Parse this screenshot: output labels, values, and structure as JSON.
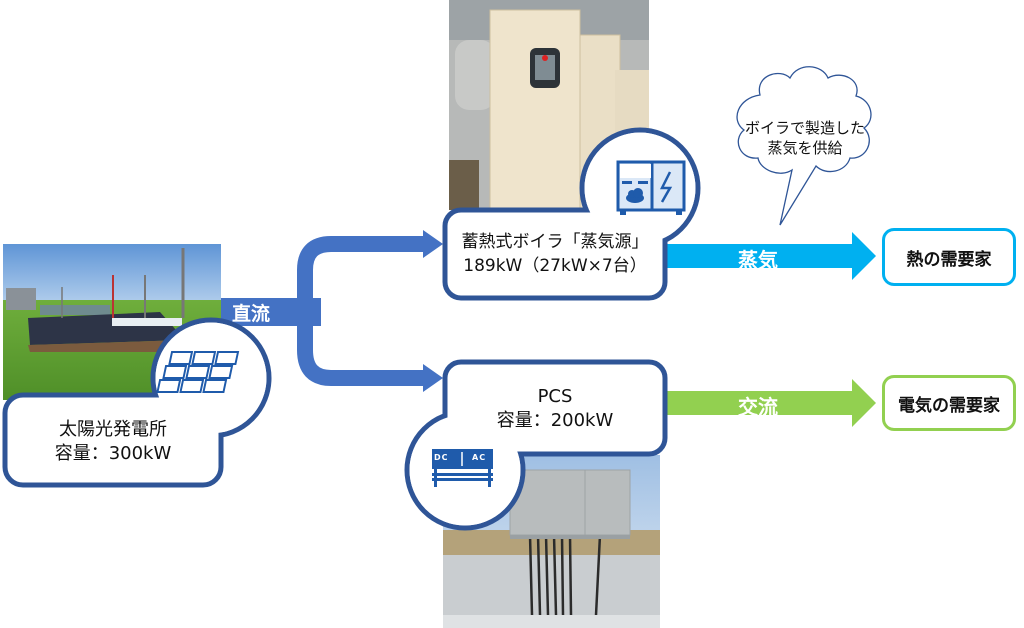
{
  "solar": {
    "name": "太陽光発電所",
    "capacity": "容量：300kW",
    "icon": "solar-panel-icon"
  },
  "dc_flow": {
    "label": "直流",
    "color": "#4472c4"
  },
  "boiler": {
    "name": "蓄熱式ボイラ「蒸気源」",
    "capacity": "189kW（27kW×7台）",
    "icon": "thermal-boiler-icon"
  },
  "pcs": {
    "name": "PCS",
    "capacity": "容量：200kW",
    "icon": "power-conditioner-icon",
    "icon_left": "DC",
    "icon_right": "AC"
  },
  "steam_flow": {
    "label": "蒸気",
    "color": "#00b0f0"
  },
  "ac_flow": {
    "label": "交流",
    "color": "#92d050"
  },
  "callout": {
    "line1": "ボイラで製造した",
    "line2": "蒸気を供給"
  },
  "heat_demand": {
    "label": "熱の需要家",
    "color": "#00b0f0"
  },
  "power_demand": {
    "label": "電気の需要家",
    "color": "#92d050"
  },
  "colors": {
    "outline": "#2f5597",
    "icon_blue": "#1f5bab"
  }
}
